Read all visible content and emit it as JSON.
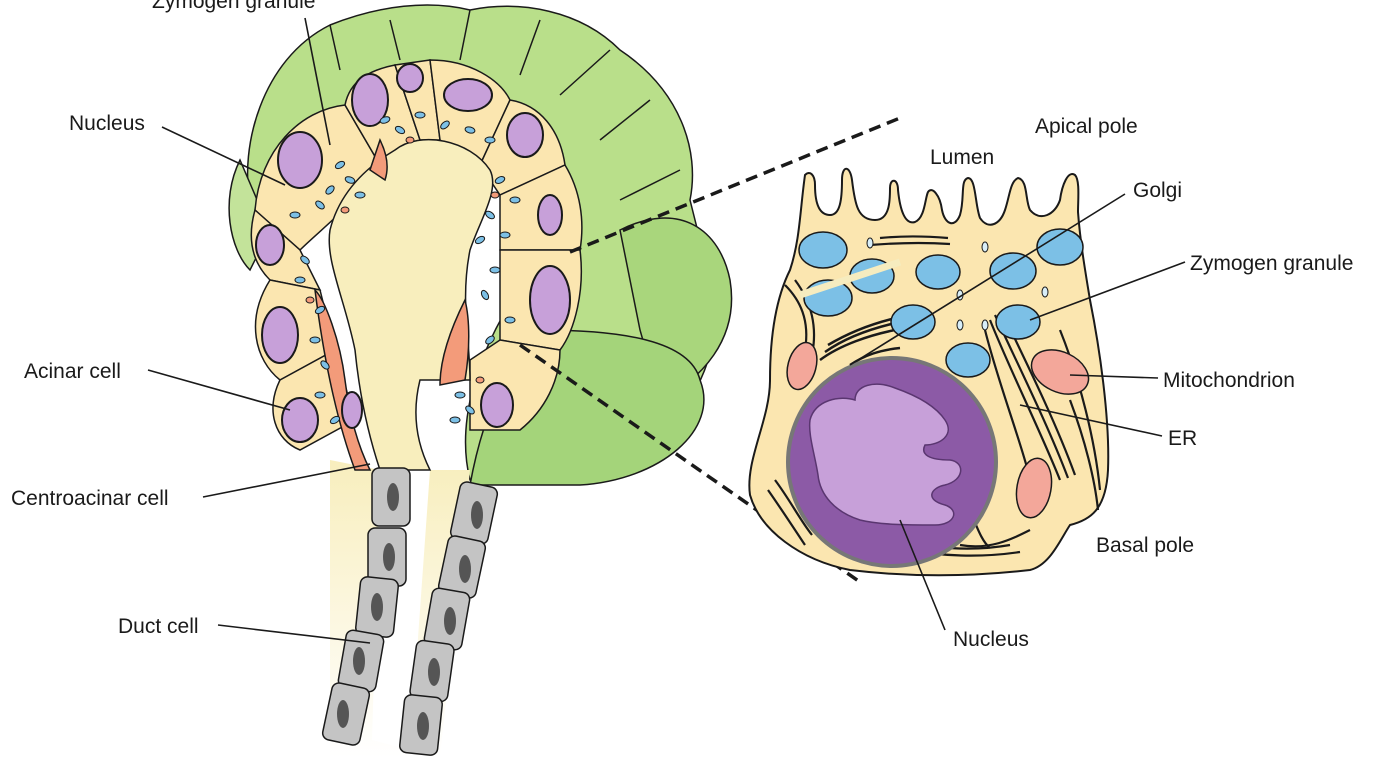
{
  "labels": {
    "zymogen_granule_left": "Zymogen granule",
    "nucleus_left": "Nucleus",
    "acinar_cell": "Acinar cell",
    "centroacinar_cell": "Centroacinar cell",
    "duct_cell": "Duct cell",
    "apical_pole": "Apical pole",
    "lumen": "Lumen",
    "golgi": "Golgi",
    "zymogen_granule_right": "Zymogen granule",
    "mitochondrion": "Mitochondrion",
    "er": "ER",
    "basal_pole": "Basal pole",
    "nucleus_right": "Nucleus"
  },
  "colors": {
    "outer_acini": "#b9df8a",
    "outer_acini_dark": "#8fc768",
    "cytoplasm": "#fbe6b0",
    "lumen": "#f8eebd",
    "nucleus": "#c7a0d9",
    "nucleus_dark": "#8c5aa6",
    "centroacinar": "#f39b7a",
    "zymogen": "#7cc0e6",
    "mitochondrion": "#f3a79a",
    "duct_cell": "#c4c4c4",
    "duct_nucleus": "#555555",
    "outline": "#1a1a1a"
  }
}
